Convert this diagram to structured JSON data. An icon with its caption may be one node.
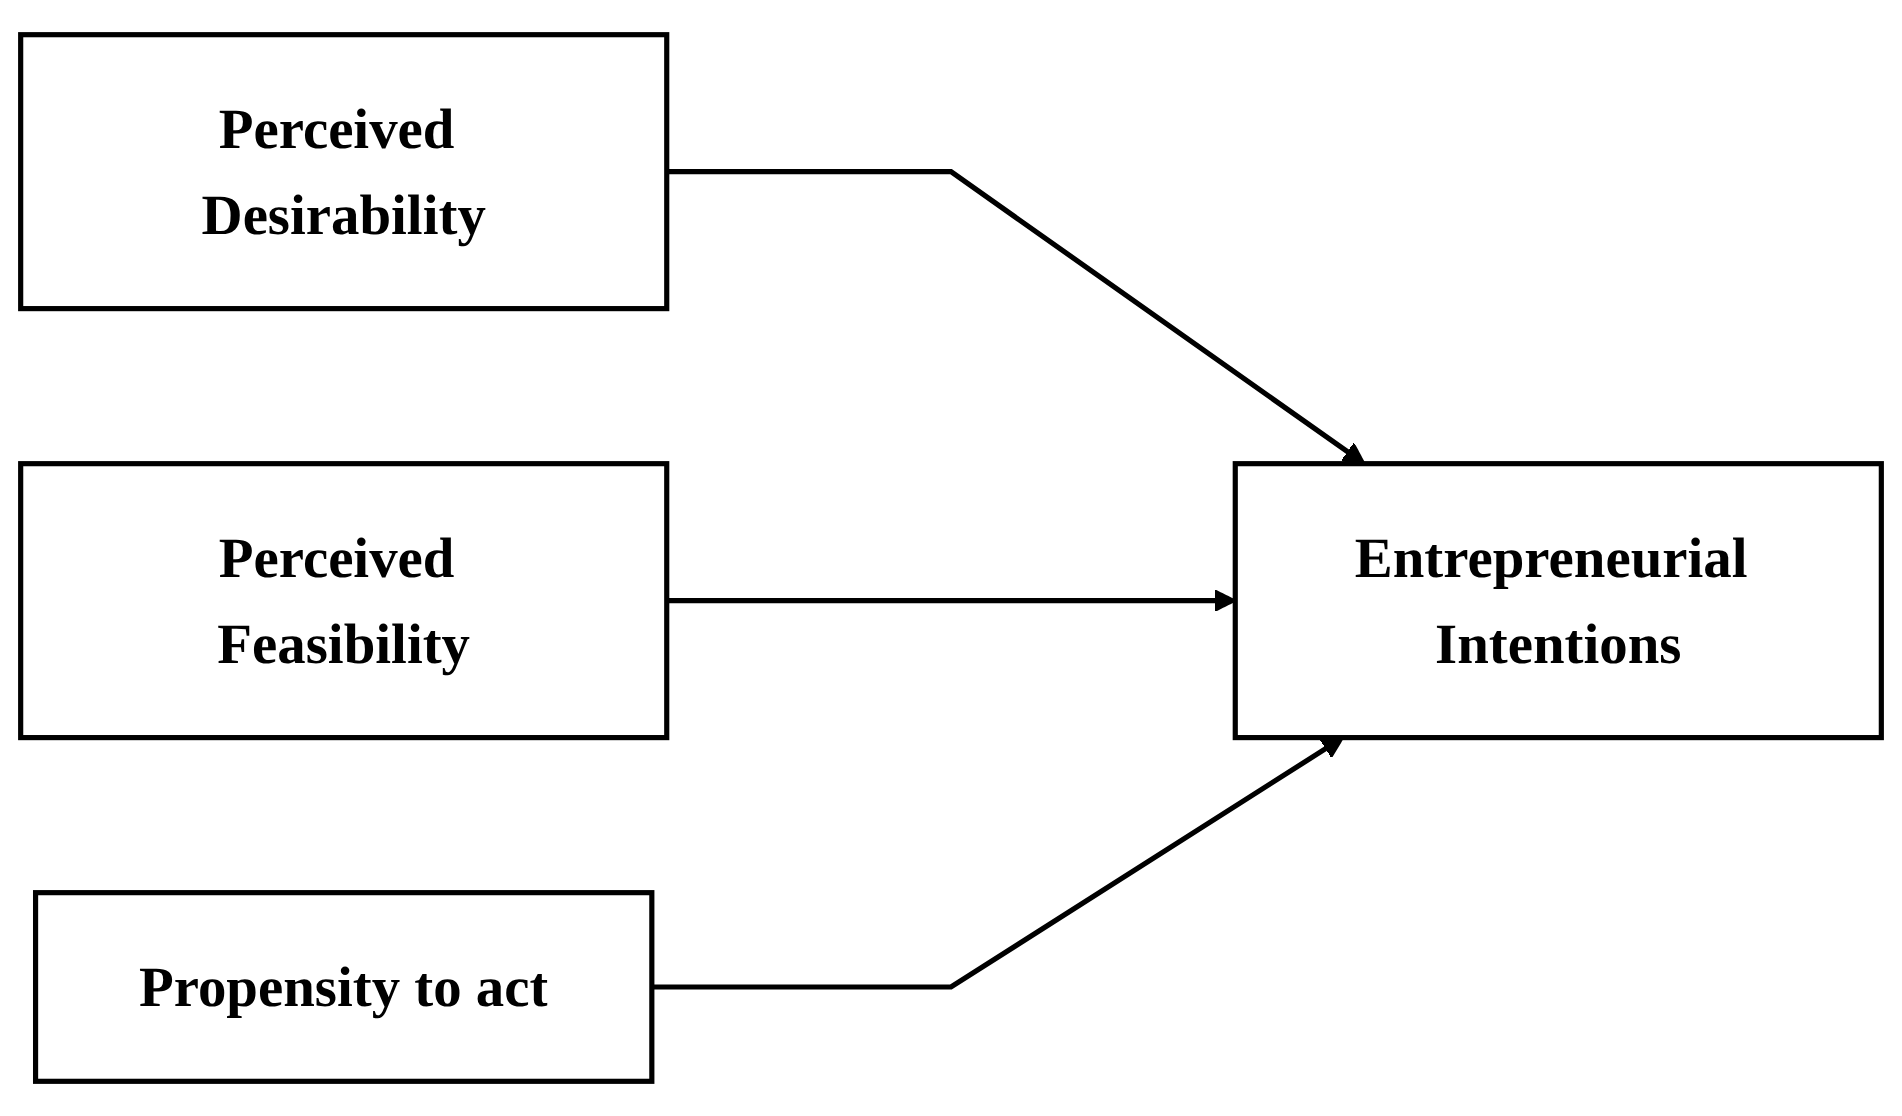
{
  "diagram": {
    "nodes": [
      {
        "text": [
          "Perceived Desirability"
        ]
      },
      {
        "text": [
          "Perceived Feasibility"
        ]
      },
      {
        "text": [
          "Propensity to act"
        ]
      },
      {
        "text": [
          "Entrepreneurial Intentions"
        ]
      }
    ],
    "edges": [
      {
        "from": 0,
        "to": 3,
        "arrow": "to"
      },
      {
        "from": 1,
        "to": 3,
        "arrow": "to"
      },
      {
        "from": 2,
        "to": 3,
        "arrow": "to"
      }
    ]
  }
}
